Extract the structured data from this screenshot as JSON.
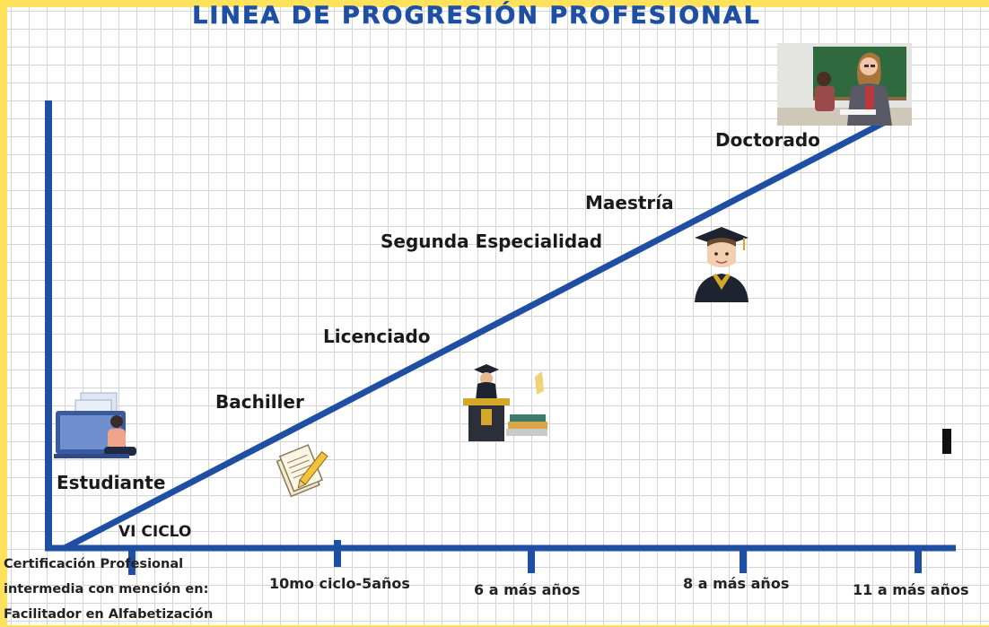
{
  "title": "LINEA DE PROGRESIÓN PROFESIONAL",
  "stages": {
    "estudiante": "Estudiante",
    "bachiller": "Bachiller",
    "licenciado": "Licenciado",
    "segunda_especialidad": "Segunda Especialidad",
    "maestria": "Maestría",
    "doctorado": "Doctorado"
  },
  "vi_ciclo": "VI CICLO",
  "axis_labels": {
    "cert_line1": "Certificación  Profesional",
    "cert_line2": "intermedia  con mención en:",
    "cert_line3": "Facilitador en Alfabetización",
    "tick1": "10mo ciclo-5años",
    "tick2": "6 a más años",
    "tick3": "8 a más años",
    "tick4": "11 a más años"
  },
  "icons": {
    "student": "student-laptop-icon",
    "documents": "documents-pencil-icon",
    "graduation": "graduation-podium-icon",
    "graduate": "graduate-cap-icon",
    "teacher": "teacher-classroom-icon"
  },
  "colors": {
    "frame": "#ffe25c",
    "axis": "#1f4fa3",
    "title": "#1f4fa3"
  }
}
